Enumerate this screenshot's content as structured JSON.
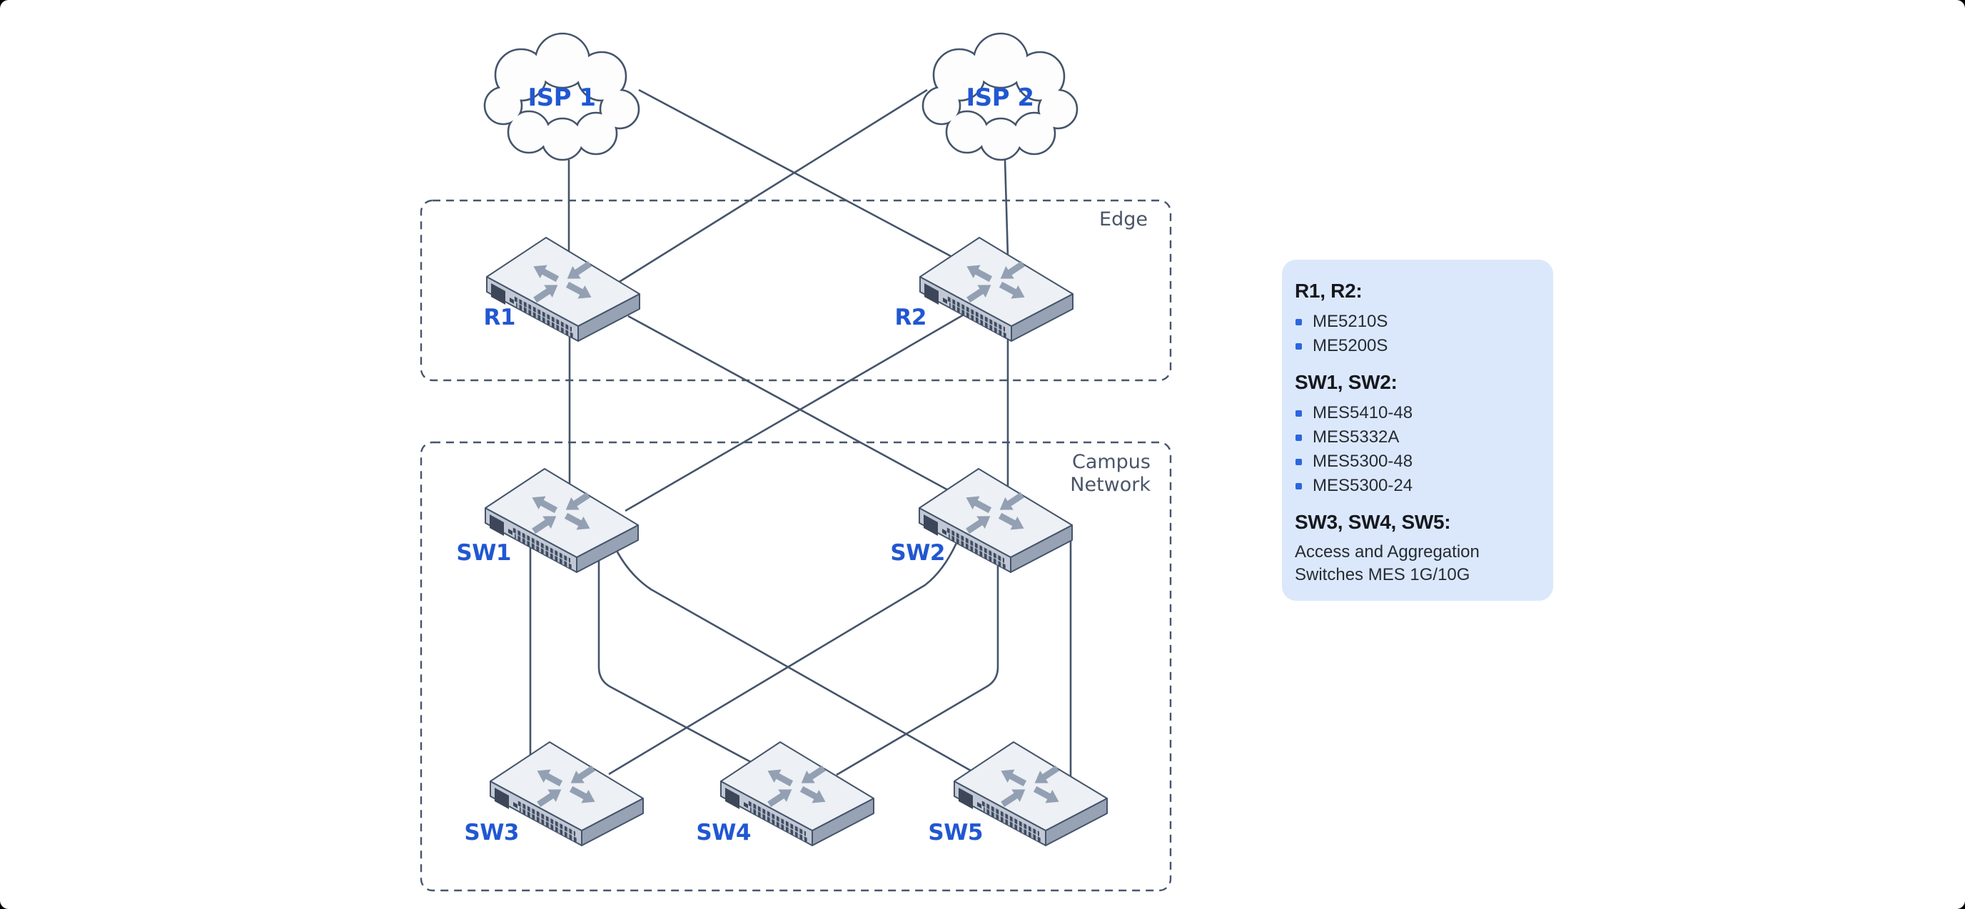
{
  "diagram": {
    "clouds": [
      {
        "id": "isp1",
        "label": "ISP 1"
      },
      {
        "id": "isp2",
        "label": "ISP 2"
      }
    ],
    "zones": [
      {
        "id": "edge",
        "label": "Edge"
      },
      {
        "id": "campus",
        "label_line1": "Campus",
        "label_line2": "Network"
      }
    ],
    "devices": [
      {
        "id": "r1",
        "label": "R1"
      },
      {
        "id": "r2",
        "label": "R2"
      },
      {
        "id": "sw1",
        "label": "SW1"
      },
      {
        "id": "sw2",
        "label": "SW2"
      },
      {
        "id": "sw3",
        "label": "SW3"
      },
      {
        "id": "sw4",
        "label": "SW4"
      },
      {
        "id": "sw5",
        "label": "SW5"
      }
    ],
    "links": [
      {
        "from": "ISP 1",
        "to": "R1"
      },
      {
        "from": "ISP 1",
        "to": "R2"
      },
      {
        "from": "ISP 2",
        "to": "R1"
      },
      {
        "from": "ISP 2",
        "to": "R2"
      },
      {
        "from": "R1",
        "to": "SW1"
      },
      {
        "from": "R1",
        "to": "SW2"
      },
      {
        "from": "R2",
        "to": "SW1"
      },
      {
        "from": "R2",
        "to": "SW2"
      },
      {
        "from": "SW1",
        "to": "SW3"
      },
      {
        "from": "SW1",
        "to": "SW4"
      },
      {
        "from": "SW1",
        "to": "SW5"
      },
      {
        "from": "SW2",
        "to": "SW3"
      },
      {
        "from": "SW2",
        "to": "SW4"
      },
      {
        "from": "SW2",
        "to": "SW5"
      }
    ]
  },
  "legend": {
    "sections": [
      {
        "heading": "R1, R2:",
        "items": [
          "ME5210S",
          "ME5200S"
        ]
      },
      {
        "heading": "SW1, SW2:",
        "items": [
          "MES5410-48",
          "MES5332A",
          "MES5300-48",
          "MES5300-24"
        ]
      },
      {
        "heading": "SW3, SW4, SW5:",
        "note": "Access and Aggregation Switches MES 1G/10G"
      }
    ]
  },
  "colors": {
    "node_label_blue": "#2157d2",
    "bullet_blue": "#2c66dd",
    "line": "#44546a",
    "zone_label": "#4a5568",
    "panel_bg": "#dbe8fc",
    "device_top": "#edf0f4",
    "device_front": "#c2c9d6",
    "device_side": "#97a2b4"
  }
}
